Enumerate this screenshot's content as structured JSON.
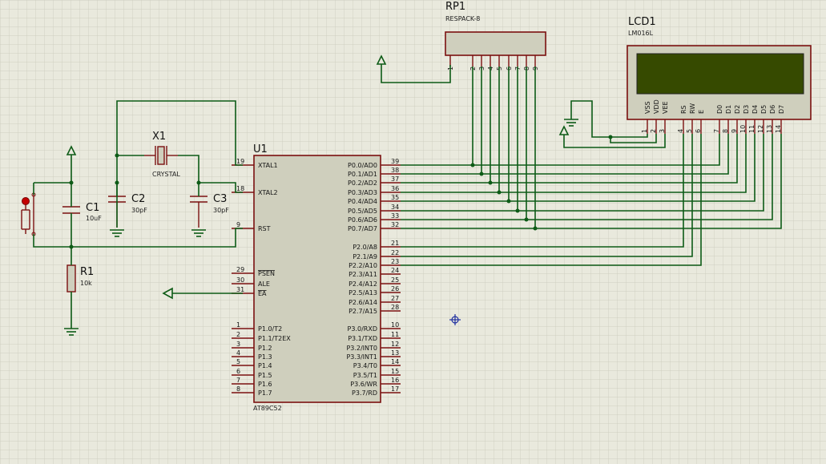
{
  "components": {
    "mcu": {
      "ref": "U1",
      "part": "AT89C52"
    },
    "rpack": {
      "ref": "RP1",
      "part": "RESPACK-8",
      "pins": [
        "1",
        "2",
        "3",
        "4",
        "5",
        "6",
        "7",
        "8",
        "9"
      ]
    },
    "lcd": {
      "ref": "LCD1",
      "part": "LM016L",
      "pins": [
        {
          "name": "VSS",
          "num": "1"
        },
        {
          "name": "VDD",
          "num": "2"
        },
        {
          "name": "VEE",
          "num": "3"
        },
        {
          "name": "RS",
          "num": "4"
        },
        {
          "name": "RW",
          "num": "5"
        },
        {
          "name": "E",
          "num": "6"
        },
        {
          "name": "D0",
          "num": "7"
        },
        {
          "name": "D1",
          "num": "8"
        },
        {
          "name": "D2",
          "num": "9"
        },
        {
          "name": "D3",
          "num": "10"
        },
        {
          "name": "D4",
          "num": "11"
        },
        {
          "name": "D5",
          "num": "12"
        },
        {
          "name": "D6",
          "num": "13"
        },
        {
          "name": "D7",
          "num": "14"
        }
      ],
      "screen_color": "#364a00"
    },
    "crystal": {
      "ref": "X1",
      "value": "CRYSTAL"
    },
    "c1": {
      "ref": "C1",
      "value": "10uF"
    },
    "c2": {
      "ref": "C2",
      "value": "30pF"
    },
    "c3": {
      "ref": "C3",
      "value": "30pF"
    },
    "r1": {
      "ref": "R1",
      "value": "10k"
    }
  },
  "mcu_left_pins": [
    {
      "name": "XTAL1",
      "num": "19"
    },
    {
      "name": "XTAL2",
      "num": "18"
    },
    {
      "name": "RST",
      "num": "9"
    },
    {
      "name": "PSEN",
      "num": "29"
    },
    {
      "name": "ALE",
      "num": "30"
    },
    {
      "name": "EA",
      "num": "31"
    },
    {
      "name": "P1.0/T2",
      "num": "1"
    },
    {
      "name": "P1.1/T2EX",
      "num": "2"
    },
    {
      "name": "P1.2",
      "num": "3"
    },
    {
      "name": "P1.3",
      "num": "4"
    },
    {
      "name": "P1.4",
      "num": "5"
    },
    {
      "name": "P1.5",
      "num": "6"
    },
    {
      "name": "P1.6",
      "num": "7"
    },
    {
      "name": "P1.7",
      "num": "8"
    }
  ],
  "mcu_right_pins": [
    {
      "name": "P0.0/AD0",
      "num": "39"
    },
    {
      "name": "P0.1/AD1",
      "num": "38"
    },
    {
      "name": "P0.2/AD2",
      "num": "37"
    },
    {
      "name": "P0.3/AD3",
      "num": "36"
    },
    {
      "name": "P0.4/AD4",
      "num": "35"
    },
    {
      "name": "P0.5/AD5",
      "num": "34"
    },
    {
      "name": "P0.6/AD6",
      "num": "33"
    },
    {
      "name": "P0.7/AD7",
      "num": "32"
    },
    {
      "name": "P2.0/A8",
      "num": "21"
    },
    {
      "name": "P2.1/A9",
      "num": "22"
    },
    {
      "name": "P2.2/A10",
      "num": "23"
    },
    {
      "name": "P2.3/A11",
      "num": "24"
    },
    {
      "name": "P2.4/A12",
      "num": "25"
    },
    {
      "name": "P2.5/A13",
      "num": "26"
    },
    {
      "name": "P2.6/A14",
      "num": "27"
    },
    {
      "name": "P2.7/A15",
      "num": "28"
    },
    {
      "name": "P3.0/RXD",
      "num": "10"
    },
    {
      "name": "P3.1/TXD",
      "num": "11"
    },
    {
      "name": "P3.2/INT0",
      "num": "12"
    },
    {
      "name": "P3.3/INT1",
      "num": "13"
    },
    {
      "name": "P3.4/T0",
      "num": "14"
    },
    {
      "name": "P3.5/T1",
      "num": "15"
    },
    {
      "name": "P3.6/WR",
      "num": "16"
    },
    {
      "name": "P3.7/RD",
      "num": "17"
    }
  ],
  "colors": {
    "wire": "#0d5b16",
    "component": "#7b1010",
    "background": "#e9e9dd",
    "grid": "#c8c8b8"
  }
}
